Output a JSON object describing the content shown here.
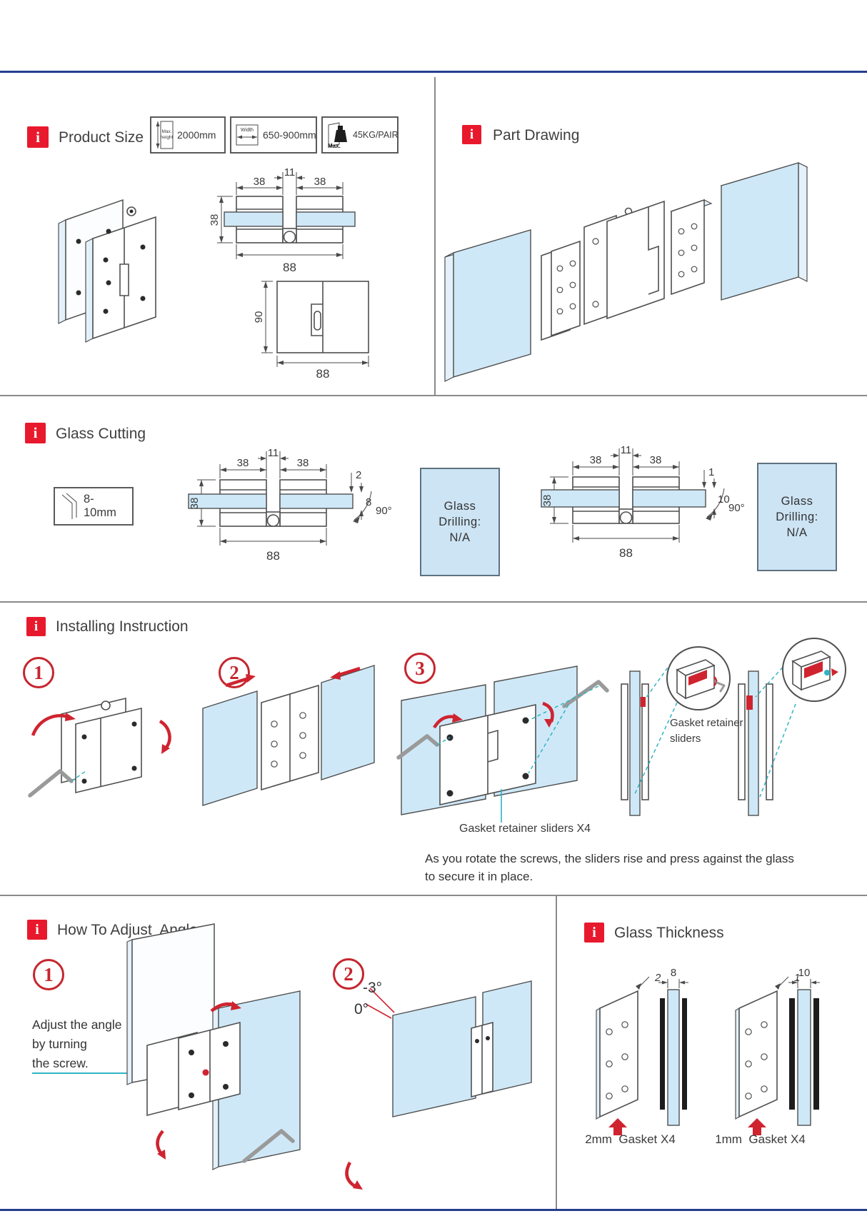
{
  "icons": {
    "info": "i"
  },
  "theme": {
    "accent": "#e8192c",
    "step_red": "#c5262e",
    "glass": "#cfe8f7",
    "panel": "#cde4f4",
    "navy": "#243f8f",
    "teal": "#2fb4c4"
  },
  "product_size": {
    "title": "Product Size",
    "specs": {
      "height_label": "Max.",
      "height_label2": "height",
      "height_value": "2000mm",
      "width_label": "Width",
      "width_value": "650-900mm",
      "weight_label": "Max.",
      "weight_value": "45KG/PAIR"
    },
    "top_view": {
      "d38_left": "38",
      "d11": "11",
      "d38_right": "38",
      "d38_side": "38",
      "d88": "88"
    },
    "front_view": {
      "d90": "90",
      "d88": "88"
    }
  },
  "part_drawing": {
    "title": "Part Drawing"
  },
  "glass_cutting": {
    "title": "Glass Cutting",
    "thickness_badge": "8-10mm",
    "left": {
      "d38_left": "38",
      "d11": "11",
      "d38_right": "38",
      "d38_side": "38",
      "gap": "2",
      "glass": "8",
      "angle": "90°",
      "d88": "88",
      "drill_line1": "Glass",
      "drill_line2": "Drilling:",
      "drill_line3": "N/A"
    },
    "right": {
      "d38_left": "38",
      "d11": "11",
      "d38_right": "38",
      "d38_side": "38",
      "gap": "1",
      "glass": "10",
      "angle": "90°",
      "d88": "88",
      "drill_line1": "Glass",
      "drill_line2": "Drilling:",
      "drill_line3": "N/A"
    }
  },
  "installing": {
    "title": "Installing Instruction",
    "step1": "1",
    "step2": "2",
    "step3": "3",
    "callout": "Gasket retainer sliders",
    "sliders_label": "Gasket retainer sliders X4",
    "note_line1": "As you rotate the screws, the sliders rise and press against the glass",
    "note_line2": "to secure it in place."
  },
  "adjust_angle": {
    "title": "How To Adjust  Angle",
    "step1": "1",
    "step2": "2",
    "instruction": "Adjust the angle\nby turning\nthe screw.",
    "angle_neg": "-3°",
    "angle_zero": "0°"
  },
  "glass_thickness": {
    "title": "Glass Thickness",
    "left": {
      "glass_dim": "8",
      "gasket_dim": "2",
      "label": "2mm  Gasket X4"
    },
    "right": {
      "glass_dim": "10",
      "gasket_dim": "1",
      "label": "1mm  Gasket X4"
    }
  }
}
